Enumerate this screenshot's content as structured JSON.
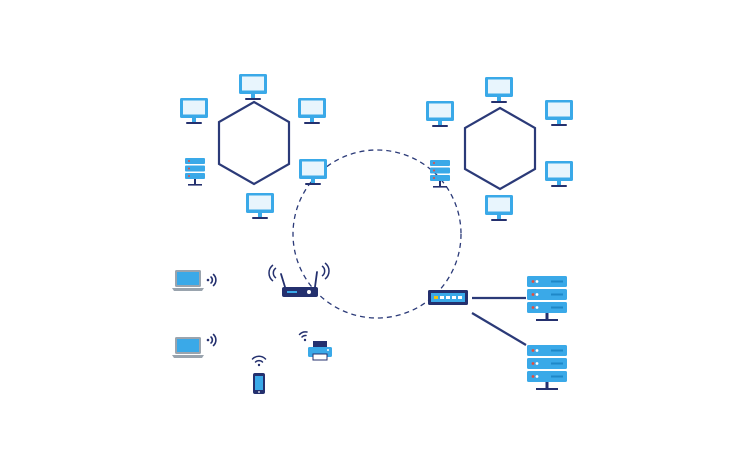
{
  "colors": {
    "background": "#ffffff",
    "hexagon_stroke": "#2b3a78",
    "device_blue": "#3aa9e8",
    "device_blue_dark": "#1e88c8",
    "navy": "#24306e",
    "laptop_gray": "#9aa4ae",
    "ring_dash": "#2b3a78",
    "led_red": "#e74c3c",
    "led_green": "#2ecc71",
    "led_yellow": "#f1c40f"
  },
  "icons": {
    "monitor": "monitor-icon",
    "server": "server-icon",
    "router": "wireless-router-icon",
    "switch": "network-switch-icon",
    "laptop": "laptop-icon",
    "phone": "smartphone-icon",
    "printer": "printer-icon",
    "wifi": "wifi-signal-icon"
  },
  "diagram": {
    "topology": "network",
    "groups": [
      {
        "name": "ring-left",
        "shape": "hexagon",
        "monitors": 5,
        "servers": 1
      },
      {
        "name": "ring-right",
        "shape": "hexagon",
        "monitors": 5,
        "servers": 1
      }
    ],
    "wireless_devices": [
      "laptop",
      "laptop",
      "phone",
      "printer"
    ],
    "server_racks": 2
  }
}
